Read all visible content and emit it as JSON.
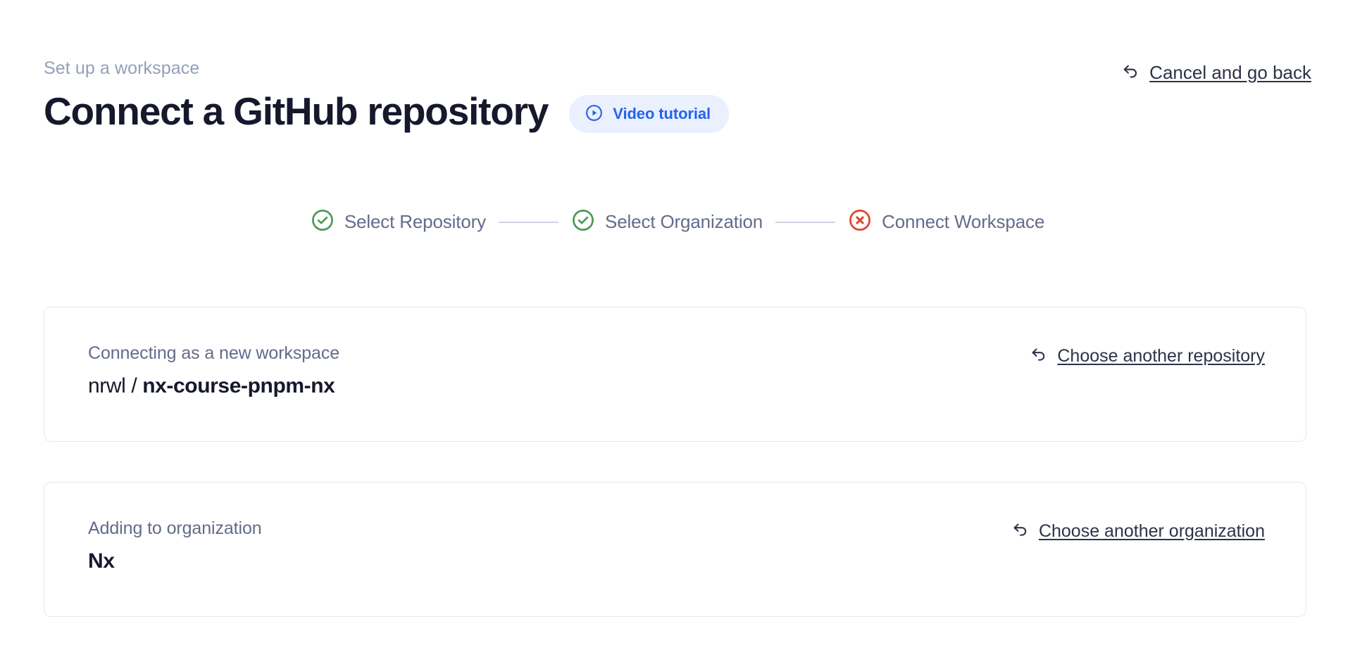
{
  "header": {
    "eyebrow": "Set up a workspace",
    "title": "Connect a GitHub repository",
    "video_badge": {
      "label": "Video tutorial",
      "icon": "play-circle-icon",
      "bg": "#eaf0fe",
      "fg": "#2563eb"
    },
    "cancel": {
      "label": "Cancel and go back",
      "icon": "undo-arrow-icon"
    }
  },
  "stepper": {
    "steps": [
      {
        "label": "Select Repository",
        "state": "complete",
        "icon": "check-circle-icon",
        "color": "#4a9a58"
      },
      {
        "label": "Select Organization",
        "state": "complete",
        "icon": "check-circle-icon",
        "color": "#4a9a58"
      },
      {
        "label": "Connect Workspace",
        "state": "error",
        "icon": "x-circle-icon",
        "color": "#e0432a"
      }
    ],
    "connector_color": "#cfd4e4",
    "label_color": "#646b8c"
  },
  "cards": [
    {
      "meta_label": "Connecting as a new workspace",
      "value_owner": "nrwl",
      "value_separator": "/",
      "value_name": "nx-course-pnpm-nx",
      "action_label": "Choose another repository",
      "action_icon": "undo-arrow-icon"
    },
    {
      "meta_label": "Adding to organization",
      "value_single": "Nx",
      "action_label": "Choose another organization",
      "action_icon": "undo-arrow-icon"
    }
  ],
  "colors": {
    "title": "#16182c",
    "muted": "#94a0b8",
    "slate": "#646b8c",
    "link": "#2e3247",
    "card_border": "#e8e9f0",
    "accent_blue": "#2563eb",
    "success_green": "#4a9a58",
    "error_red": "#e0432a"
  }
}
